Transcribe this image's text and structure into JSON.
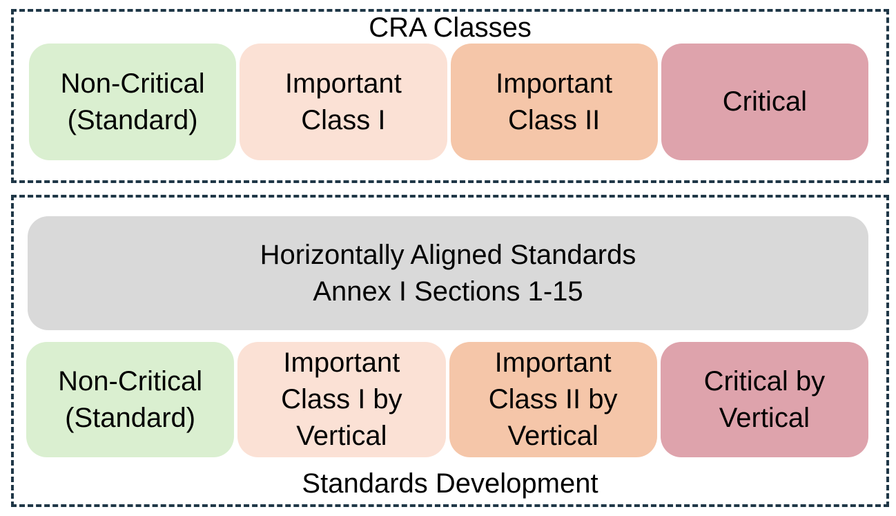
{
  "colors": {
    "frame_border": "#1f3747",
    "text": "#000000",
    "background": "#ffffff",
    "non_critical_green": "#daefd0",
    "important_class1_peach": "#fbe1d5",
    "important_class2_orange": "#f5c6a9",
    "critical_rose": "#dea3ac",
    "banner_gray": "#d9d9d9"
  },
  "cra_classes_section": {
    "title": "CRA Classes",
    "boxes": [
      {
        "label": "Non-Critical\n(Standard)",
        "color": "#daefd0"
      },
      {
        "label": "Important\nClass I",
        "color": "#fbe1d5"
      },
      {
        "label": "Important\nClass II",
        "color": "#f5c6a9"
      },
      {
        "label": "Critical",
        "color": "#dea3ac"
      }
    ]
  },
  "standards_section": {
    "banner_label": "Horizontally Aligned Standards\nAnnex I Sections 1-15",
    "boxes": [
      {
        "label": "Non-Critical\n(Standard)",
        "color": "#daefd0"
      },
      {
        "label": "Important\nClass I by\nVertical",
        "color": "#fbe1d5"
      },
      {
        "label": "Important\nClass II by\nVertical",
        "color": "#f5c6a9"
      },
      {
        "label": "Critical by\nVertical",
        "color": "#dea3ac"
      }
    ],
    "footer": "Standards Development"
  }
}
